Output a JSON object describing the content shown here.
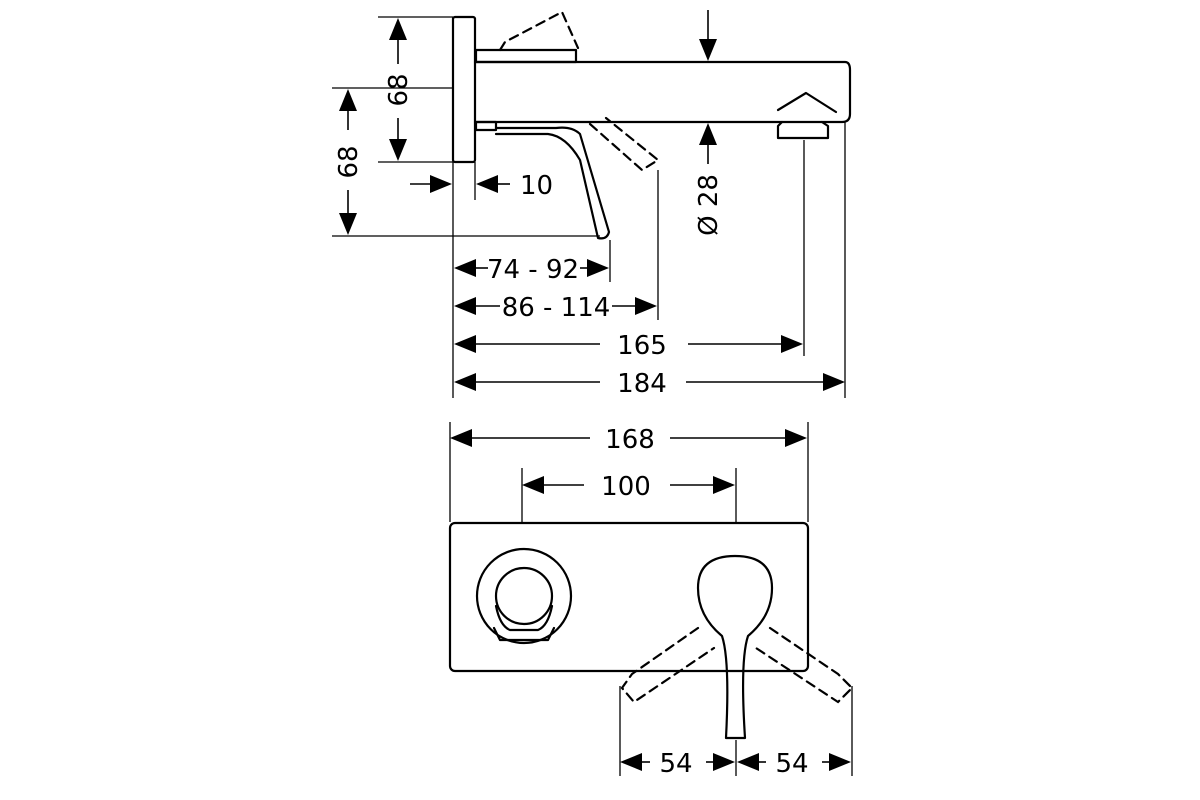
{
  "side_view": {
    "dim_backplate_height": "68",
    "dim_lever_height": "68",
    "dim_backplate_depth": "10",
    "dim_spout_diameter": "Ø 28",
    "dim_lever_reach_range": "74 - 92",
    "dim_lever_reach_range_max": "86 - 114",
    "dim_outlet_projection": "165",
    "dim_total_projection": "184"
  },
  "front_view": {
    "dim_plate_width": "168",
    "dim_centre_distance": "100",
    "dim_lever_swing_left": "54",
    "dim_lever_swing_right": "54"
  }
}
